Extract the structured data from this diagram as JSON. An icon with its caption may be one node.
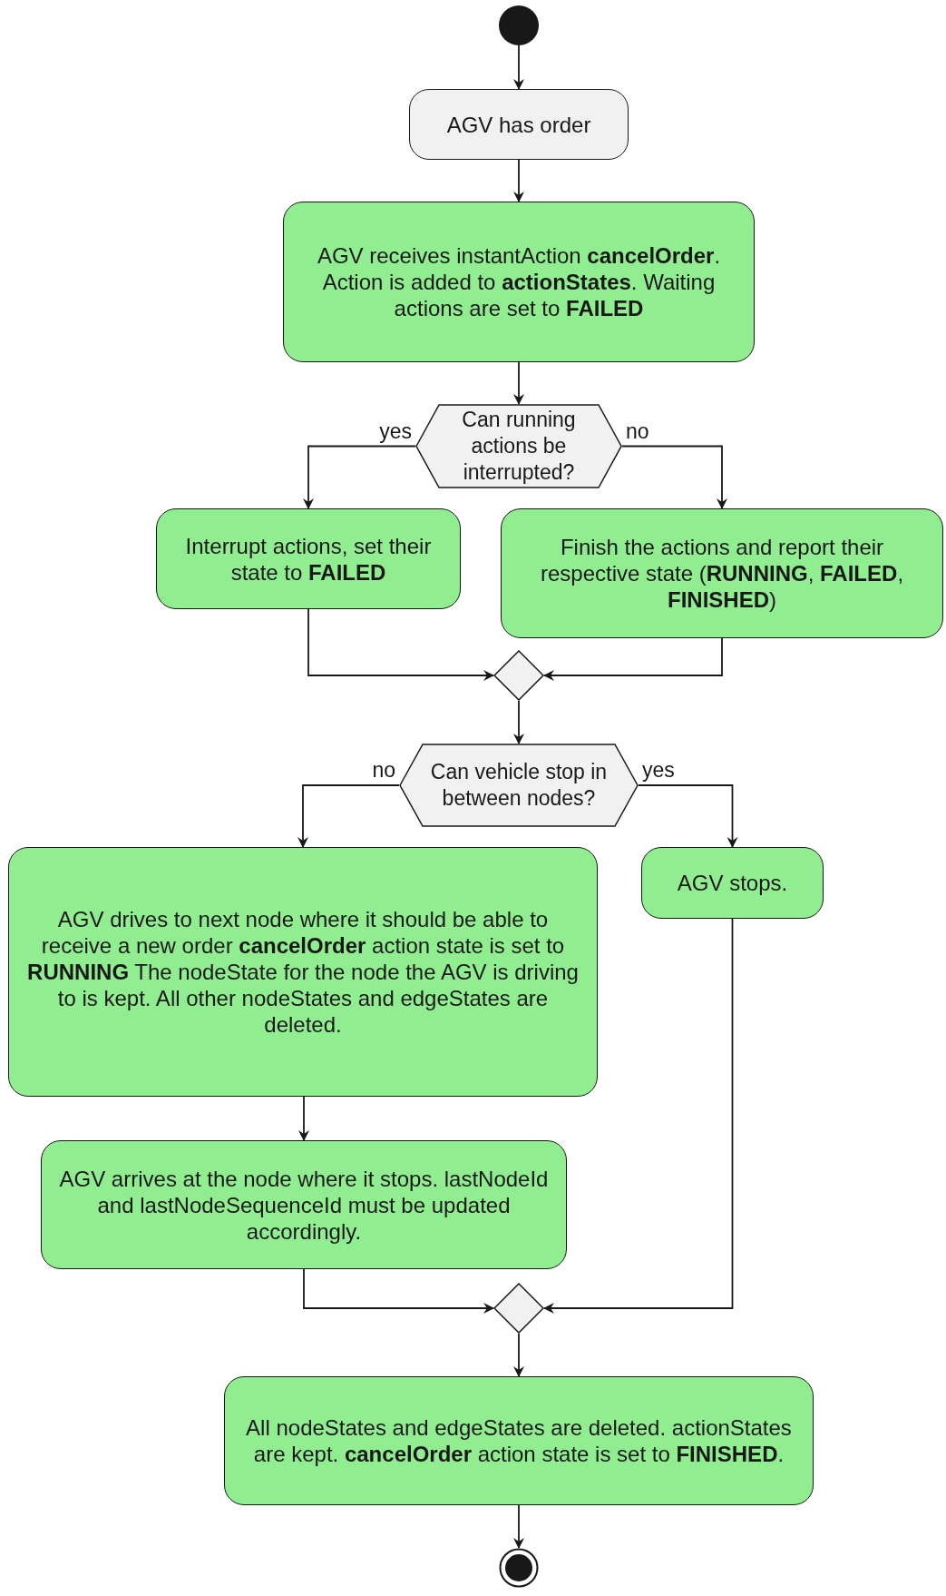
{
  "diagram": {
    "nodes": [
      {
        "text": [],
        "shape": "circle"
      },
      {
        "text": [
          "AGV has order"
        ]
      },
      {
        "text": [
          "AGV receives instantAction **cancelOrder**. Action is added to **actionStates**. Waiting actions are set to **FAILED**"
        ]
      },
      {
        "text": [
          "Can running actions be interrupted?"
        ]
      },
      {
        "text": [
          "Interrupt actions, set their state to **FAILED**"
        ]
      },
      {
        "text": [
          "Finish the actions and report their respective state (**RUNNING**, **FAILED**, **FINISHED**)"
        ]
      },
      {
        "text": [],
        "shape": "diamond"
      },
      {
        "text": [
          "Can vehicle stop in between nodes?"
        ]
      },
      {
        "text": [
          "AGV drives to next node where it should be able to receive a new order **cancelOrder** action state is set to **RUNNING** The nodeState for the node the AGV is driving to is kept. All other nodeStates and edgeStates are deleted."
        ]
      },
      {
        "text": [
          "AGV stops."
        ]
      },
      {
        "text": [
          "AGV arrives at the node where it stops. lastNodeId and lastNodeSequenceId must be updated accordingly."
        ]
      },
      {
        "text": [],
        "shape": "diamond"
      },
      {
        "text": [
          "All nodeStates and edgeStates are deleted. actionStates are kept. **cancelOrder** action state is set to **FINISHED**."
        ]
      },
      {
        "text": [],
        "shape": "circle"
      }
    ],
    "edges": [
      {
        "from": 0,
        "to": 1,
        "arrow": "to"
      },
      {
        "from": 1,
        "to": 2,
        "arrow": "to"
      },
      {
        "from": 2,
        "to": 3,
        "arrow": "to"
      },
      {
        "from": 3,
        "to": 4,
        "arrow": "to",
        "label": "yes"
      },
      {
        "from": 3,
        "to": 5,
        "arrow": "to",
        "label": "no"
      },
      {
        "from": 4,
        "to": 6,
        "arrow": "to"
      },
      {
        "from": 5,
        "to": 6,
        "arrow": "to"
      },
      {
        "from": 6,
        "to": 7,
        "arrow": "to"
      },
      {
        "from": 7,
        "to": 8,
        "arrow": "to",
        "label": "no"
      },
      {
        "from": 7,
        "to": 9,
        "arrow": "to",
        "label": "yes"
      },
      {
        "from": 8,
        "to": 10,
        "arrow": "to"
      },
      {
        "from": 10,
        "to": 11,
        "arrow": "to"
      },
      {
        "from": 9,
        "to": 11,
        "arrow": "to"
      },
      {
        "from": 11,
        "to": 12,
        "arrow": "to"
      },
      {
        "from": 12,
        "to": 13,
        "arrow": "to"
      }
    ]
  }
}
